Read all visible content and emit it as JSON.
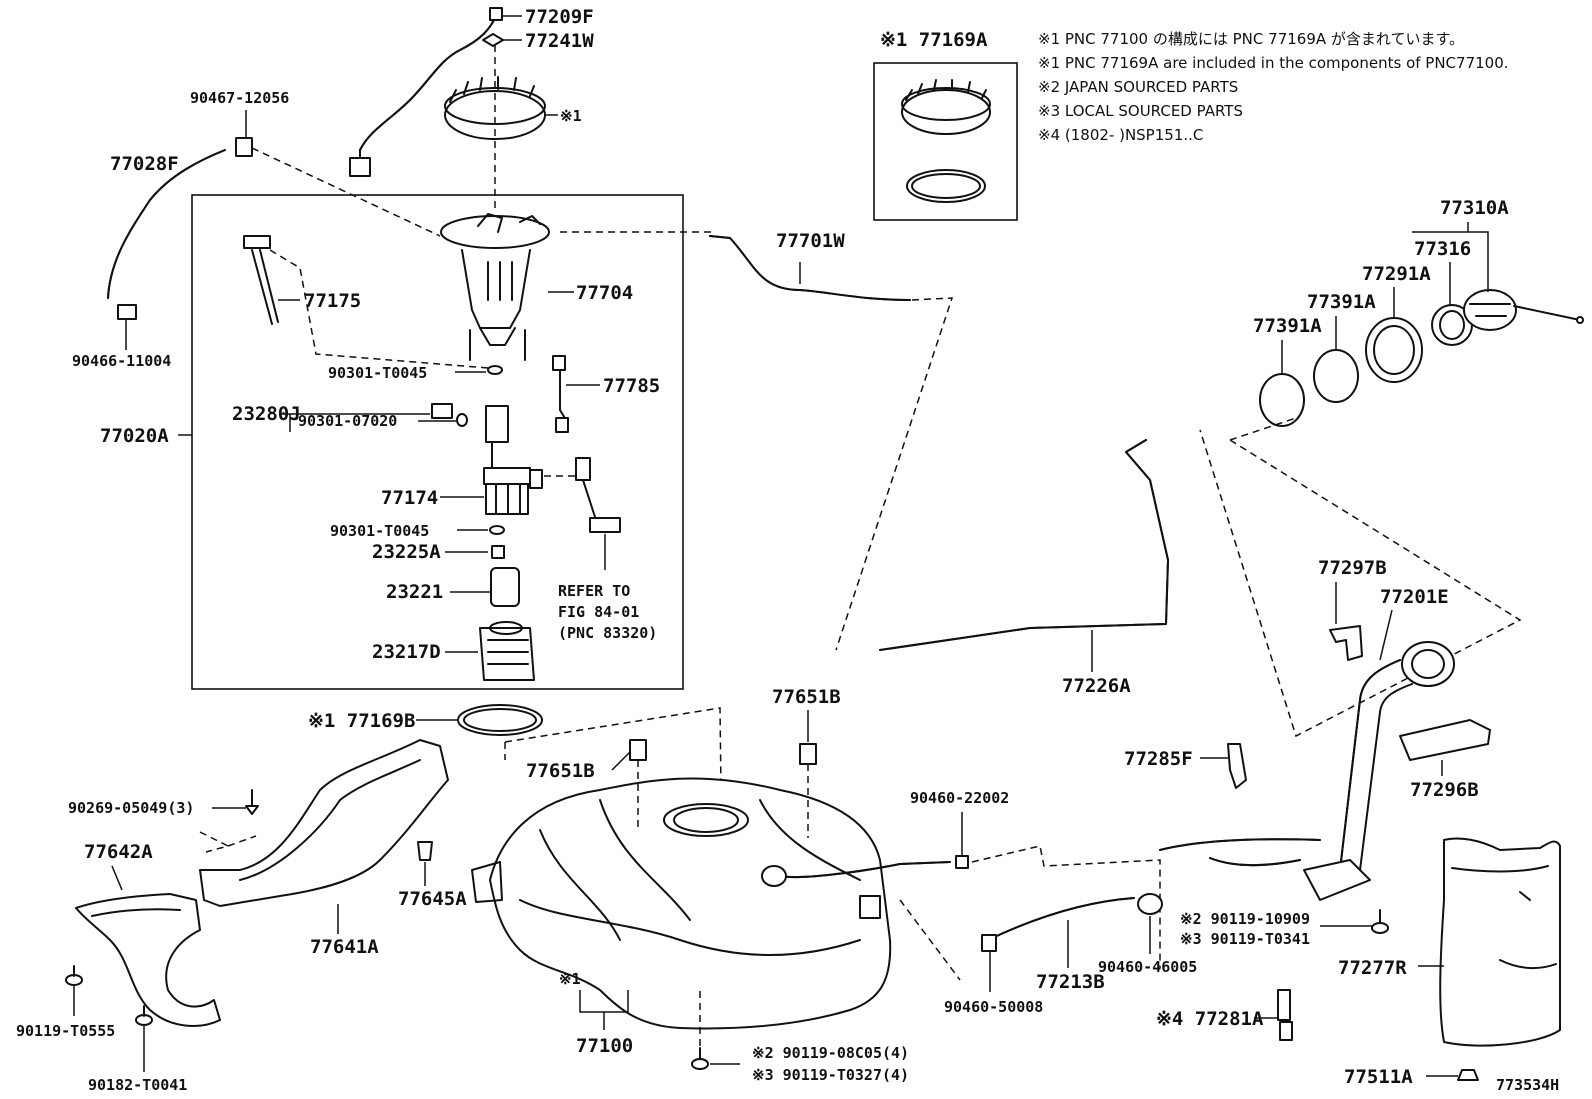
{
  "notes": [
    "※1 PNC 77100 の構成には PNC 77169A が含まれています。",
    "※1 PNC 77169A are included in the components of PNC77100.",
    "※2 JAPAN SOURCED PARTS",
    "※3 LOCAL SOURCED PARTS",
    "※4 (1802-      )NSP151..C"
  ],
  "inset_title": "※1 77169A",
  "figure_id": "773534H",
  "refer": [
    "REFER TO",
    "FIG 84-01",
    "(PNC 83320)"
  ],
  "labels": {
    "p77209F": "77209F",
    "p77241W": "77241W",
    "mark1_top": "※1",
    "p90467": "90467-12056",
    "p77028F": "77028F",
    "p90466": "90466-11004",
    "p77701W": "77701W",
    "p77175": "77175",
    "p77704": "77704",
    "p90301_T0045a": "90301-T0045",
    "p77785": "77785",
    "p23280J": "23280J",
    "p90301_07020": "90301-07020",
    "p77020A": "77020A",
    "p77174": "77174",
    "p90301_T0045b": "90301-T0045",
    "p23225A": "23225A",
    "p23221": "23221",
    "p23217D": "23217D",
    "p77169B": "※1 77169B",
    "p77310A": "77310A",
    "p77316": "77316",
    "p77291A": "77291A",
    "p77391A_a": "77391A",
    "p77391A_b": "77391A",
    "p77226A": "77226A",
    "p77297B": "77297B",
    "p77201E": "77201E",
    "p77296B": "77296B",
    "p77651B_a": "77651B",
    "p77651B_b": "77651B",
    "p90269": "90269-05049(3)",
    "p77642A": "77642A",
    "p77641A": "77641A",
    "p77645A": "77645A",
    "p90119_T0555": "90119-T0555",
    "p90182": "90182-T0041",
    "mark1_tank": "※1",
    "p77100": "77100",
    "p90119_08C05": "※2 90119-08C05(4)",
    "p90119_T0327": "※3 90119-T0327(4)",
    "p90460_22002": "90460-22002",
    "p77285F": "77285F",
    "p90119_10909": "※2 90119-10909",
    "p90119_T0341": "※3 90119-T0341",
    "p77213B": "77213B",
    "p90460_46005": "90460-46005",
    "p90460_50008": "90460-50008",
    "p77281A": "※4 77281A",
    "p77277R": "77277R",
    "p77511A": "77511A"
  }
}
